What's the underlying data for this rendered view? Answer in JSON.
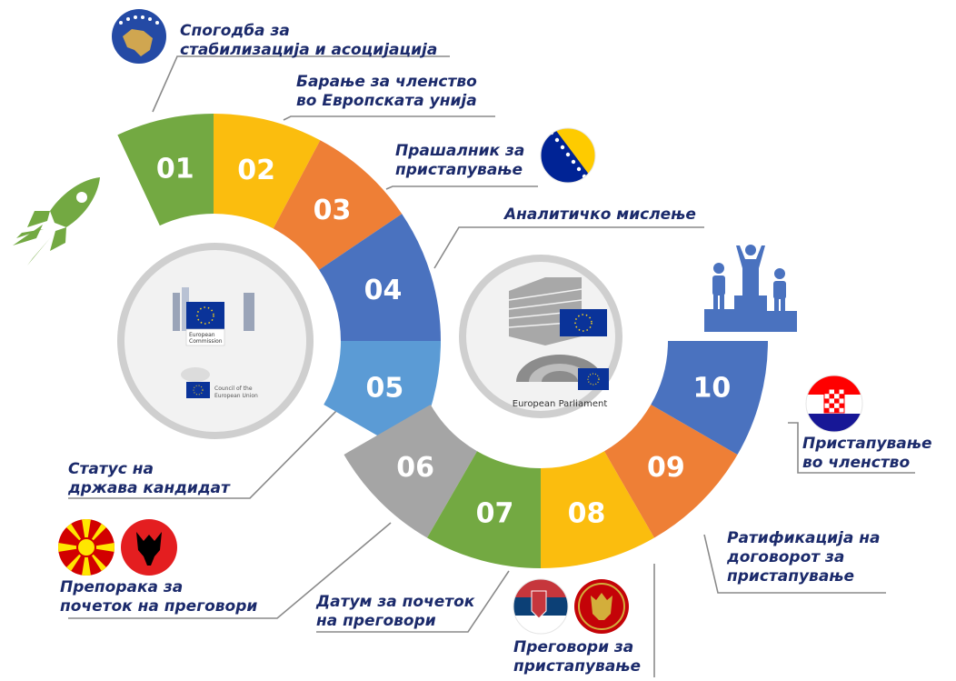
{
  "colors": {
    "green": "#73a942",
    "yellow": "#fbbd0e",
    "orange": "#ee7f36",
    "blue": "#4a72bf",
    "lightblue": "#5b9bd5",
    "gray": "#a5a5a5",
    "text": "#1b2a6b"
  },
  "steps": [
    {
      "num": "01",
      "color": "green"
    },
    {
      "num": "02",
      "color": "yellow"
    },
    {
      "num": "03",
      "color": "orange"
    },
    {
      "num": "04",
      "color": "blue"
    },
    {
      "num": "05",
      "color": "lightblue"
    },
    {
      "num": "06",
      "color": "gray"
    },
    {
      "num": "07",
      "color": "green"
    },
    {
      "num": "08",
      "color": "yellow"
    },
    {
      "num": "09",
      "color": "orange"
    },
    {
      "num": "10",
      "color": "blue"
    }
  ],
  "labels": {
    "s01": [
      "Спогодба за",
      "стабилизација и асоцијација"
    ],
    "s02": [
      "Барање за членство",
      "во Европската унија"
    ],
    "s03": [
      "Прашалник за",
      "пристапување"
    ],
    "s04": [
      "Аналитичко мислење"
    ],
    "s05": [
      "Статус на",
      "држава кандидат"
    ],
    "s06": [
      "Препорака за",
      "почеток на преговори"
    ],
    "s07": [
      "Датум за почеток",
      "на преговори"
    ],
    "s08": [
      "Преговори за",
      "пристапување"
    ],
    "s09": [
      "Ратификација на",
      "договорот за",
      "пристапување"
    ],
    "s10": [
      "Пристапување",
      "во членство"
    ]
  },
  "institutions": {
    "left_top_caption": "European Commission",
    "left_bottom_caption": "Council of the European Union",
    "right_caption": "European Parliament"
  },
  "icons": {
    "rocket": "rocket-icon",
    "podium": "podium-icon",
    "flags": [
      "kosovo-flag-icon",
      "bosnia-flag-icon",
      "macedonia-flag-icon",
      "albania-flag-icon",
      "serbia-flag-icon",
      "montenegro-flag-icon",
      "croatia-flag-icon"
    ]
  }
}
